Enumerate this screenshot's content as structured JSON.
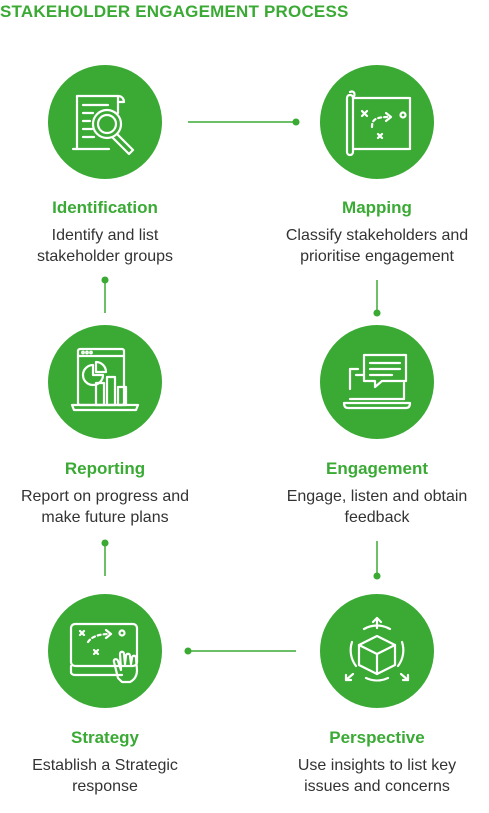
{
  "title": "STAKEHOLDER ENGAGEMENT PROCESS",
  "colors": {
    "accent": "#3aaa35",
    "text": "#333333",
    "icon_stroke": "#ffffff"
  },
  "steps": [
    {
      "title": "Identification",
      "description": "Identify and list\nstakeholder groups",
      "icon": "document-magnifier-icon"
    },
    {
      "title": "Mapping",
      "description": "Classify stakeholders and\nprioritise engagement",
      "icon": "map-route-icon"
    },
    {
      "title": "Reporting",
      "description": "Report on progress and\nmake future plans",
      "icon": "report-dashboard-icon"
    },
    {
      "title": "Engagement",
      "description": "Engage, listen and obtain\nfeedback",
      "icon": "laptop-chat-icon"
    },
    {
      "title": "Strategy",
      "description": "Establish a Strategic\nresponse",
      "icon": "tablet-plan-touch-icon"
    },
    {
      "title": "Perspective",
      "description": "Use insights to list key\nissues and concerns",
      "icon": "cube-perspective-icon"
    }
  ]
}
